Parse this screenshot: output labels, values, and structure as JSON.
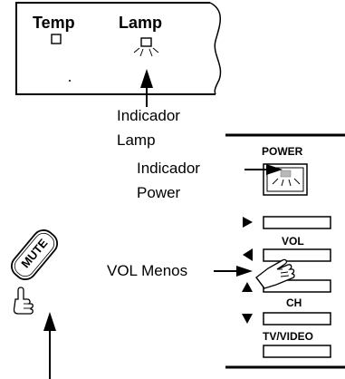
{
  "top_panel": {
    "temp_label": "Temp",
    "lamp_label": "Lamp"
  },
  "lamp_indicator": {
    "line1": "Indicador",
    "line2": "Lamp"
  },
  "power_panel": {
    "title": "POWER"
  },
  "power_indicator": {
    "line1": "Indicador",
    "line2": "Power"
  },
  "controls": {
    "vol_label": "VOL",
    "ch_label": "CH",
    "tvvideo_label": "TV/VIDEO",
    "vol_minus_label": "VOL Menos"
  },
  "remote": {
    "mute_label": "MUTE"
  },
  "colors": {
    "ink": "#000000",
    "indicator_fill": "#b8b8b8"
  }
}
